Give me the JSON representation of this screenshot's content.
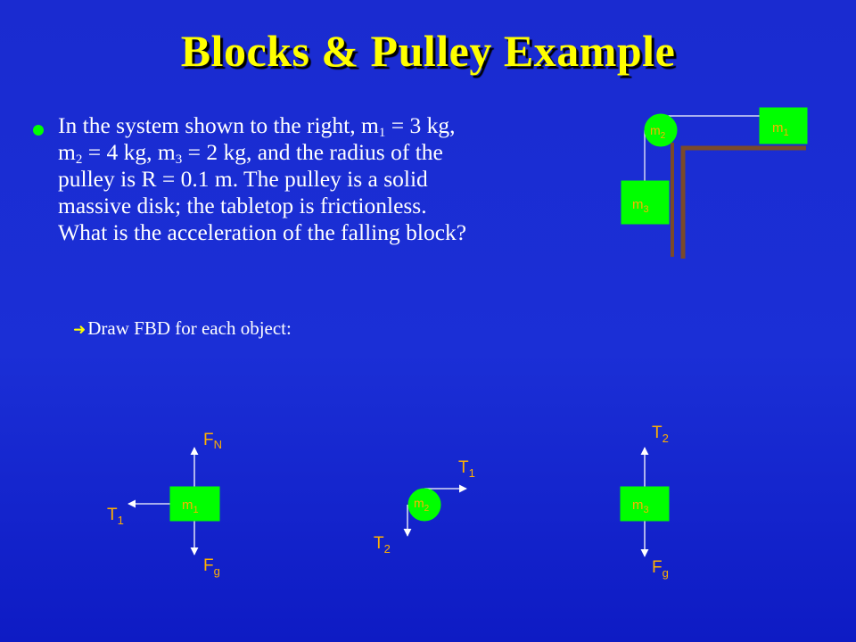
{
  "slide": {
    "title": "Blocks & Pulley Example",
    "problem_line1": "In the system shown to the right, m",
    "problem_sub1": "1",
    "problem_line1b": " = 3 kg,",
    "problem_m2": "m",
    "problem_sub2": "2",
    "problem_line2b": " = 4 kg, m",
    "problem_sub3": "3",
    "problem_line2c": " = 2 kg, and the radius of the",
    "problem_line3": "pulley is R = 0.1 m.  The pulley is a solid",
    "problem_line4": "massive disk; the tabletop is frictionless.",
    "problem_line5": "What is the acceleration of the falling block?",
    "fbd_instruction": "Draw FBD for each object:",
    "fbd_arrow_icon": "arrow-right-icon"
  },
  "setup_diagram": {
    "block1": {
      "label": "m",
      "sub": "1"
    },
    "pulley": {
      "label": "m",
      "sub": "2"
    },
    "block3": {
      "label": "m",
      "sub": "3"
    }
  },
  "fbd": {
    "block1": {
      "label": "m",
      "sub": "1",
      "force_up": {
        "label": "F",
        "sub": "N"
      },
      "force_left": {
        "label": "T",
        "sub": "1"
      },
      "force_down": {
        "label": "F",
        "sub": "g"
      }
    },
    "pulley": {
      "label": "m",
      "sub": "2",
      "force_right": {
        "label": "T",
        "sub": "1"
      },
      "force_down": {
        "label": "T",
        "sub": "2"
      }
    },
    "block3": {
      "label": "m",
      "sub": "3",
      "force_up": {
        "label": "T",
        "sub": "2"
      },
      "force_down": {
        "label": "F",
        "sub": "g"
      }
    }
  },
  "colors": {
    "title": "#ffff00",
    "bullet": "#00ff00",
    "block": "#00ff00",
    "force_label": "#ffb000",
    "table": "#7a4a2a",
    "background": "#1a2bd0"
  }
}
